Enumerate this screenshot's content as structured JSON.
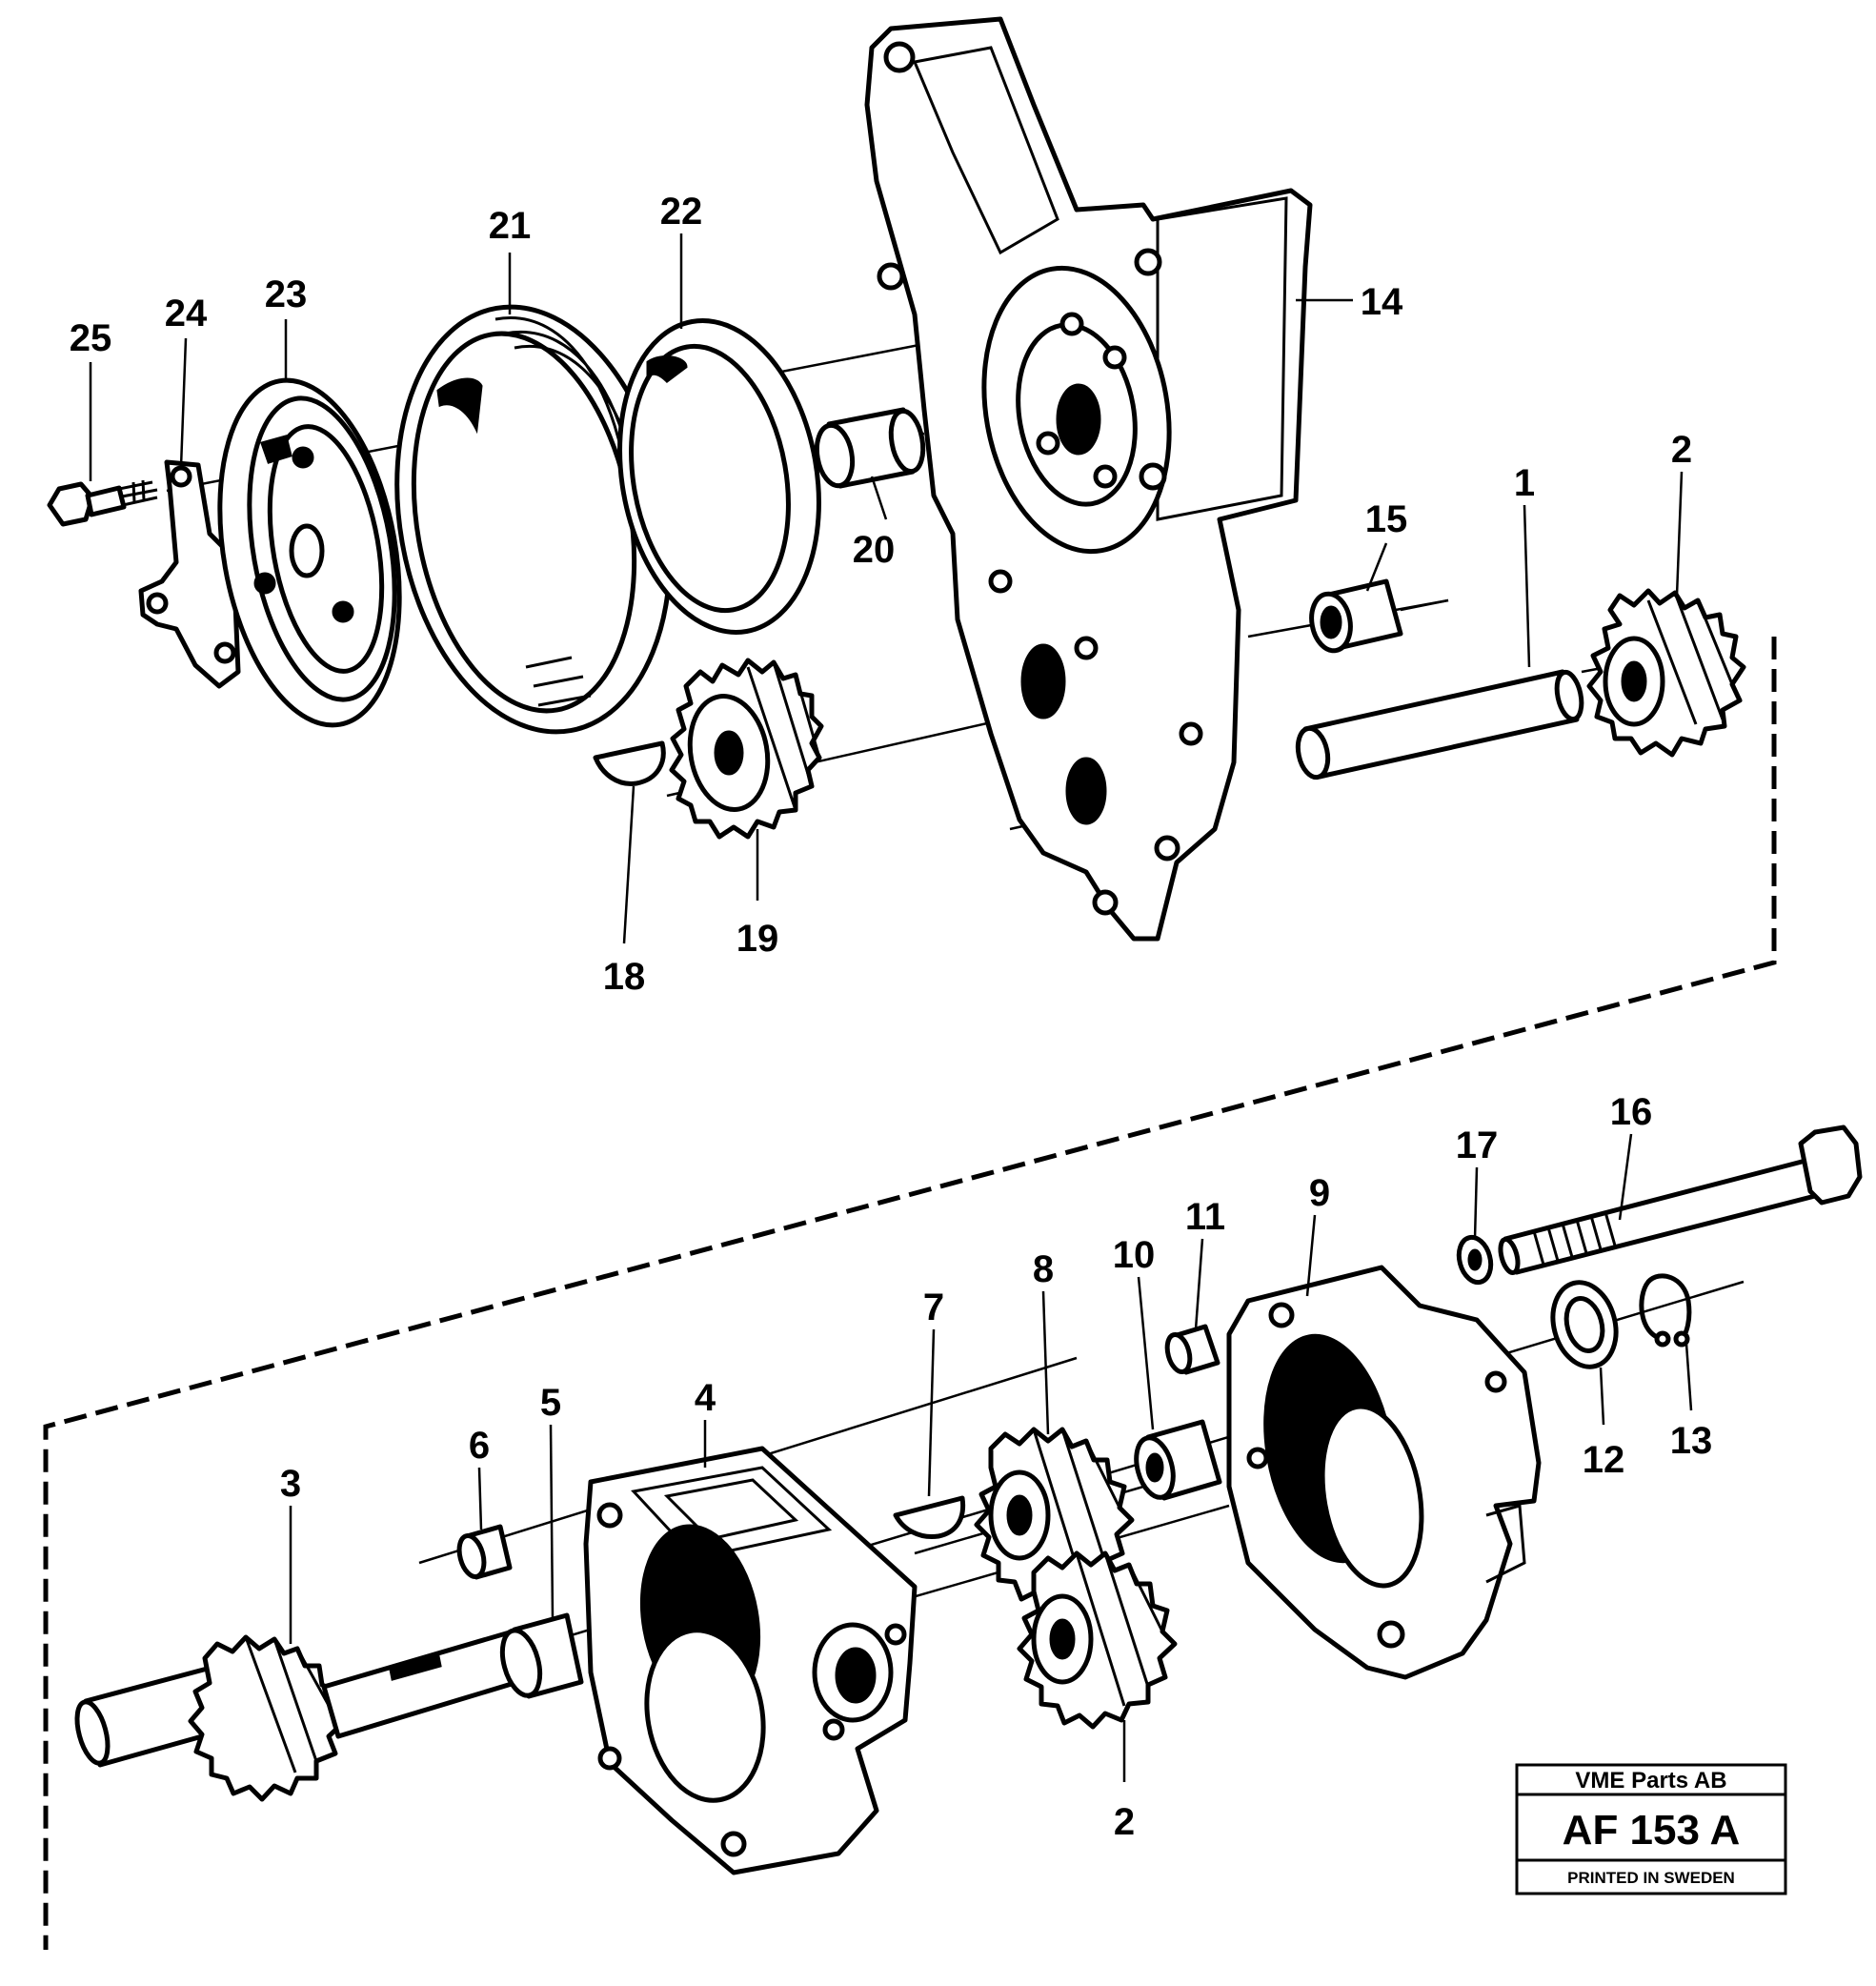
{
  "callouts": {
    "c1": "1",
    "c2a": "2",
    "c2b": "2",
    "c3": "3",
    "c4": "4",
    "c5": "5",
    "c6": "6",
    "c7": "7",
    "c8": "8",
    "c9": "9",
    "c10": "10",
    "c11": "11",
    "c12": "12",
    "c13": "13",
    "c14": "14",
    "c15": "15",
    "c16": "16",
    "c17": "17",
    "c18": "18",
    "c19": "19",
    "c20": "20",
    "c21": "21",
    "c22": "22",
    "c23": "23",
    "c24": "24",
    "c25": "25"
  },
  "stamp": {
    "company": "VME Parts AB",
    "code": "AF 153 A",
    "printed": "PRINTED IN SWEDEN"
  }
}
